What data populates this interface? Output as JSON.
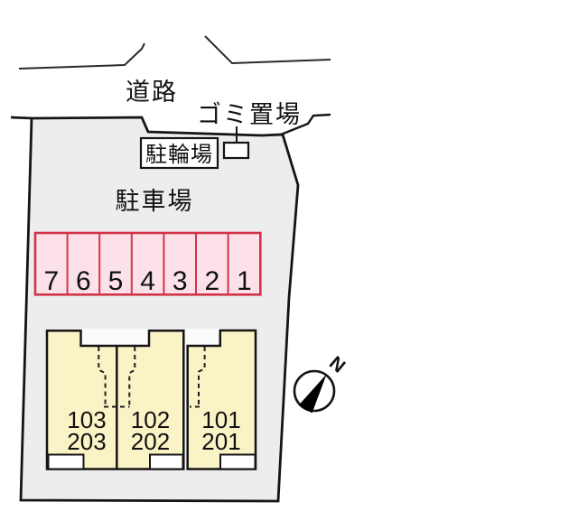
{
  "labels": {
    "road": "道路",
    "garbage_area": "ゴミ置場",
    "bicycle_parking": "駐輪場",
    "car_parking": "駐車場",
    "north": "N"
  },
  "parking": {
    "spaces": [
      "7",
      "6",
      "5",
      "4",
      "3",
      "2",
      "1"
    ]
  },
  "units": [
    {
      "line1": "103",
      "line2": "203"
    },
    {
      "line1": "102",
      "line2": "202"
    },
    {
      "line1": "101",
      "line2": "201"
    }
  ],
  "colors": {
    "site_fill": "#ededed",
    "outline": "#141414",
    "road_line": "#2a2a2a",
    "parking_fill": "#fce1e8",
    "parking_stroke": "#d23349",
    "building_fill": "#faf3c6",
    "box_fill": "#ffffff",
    "dash_line": "#1e1e1e",
    "needle_fill": "#000000"
  }
}
